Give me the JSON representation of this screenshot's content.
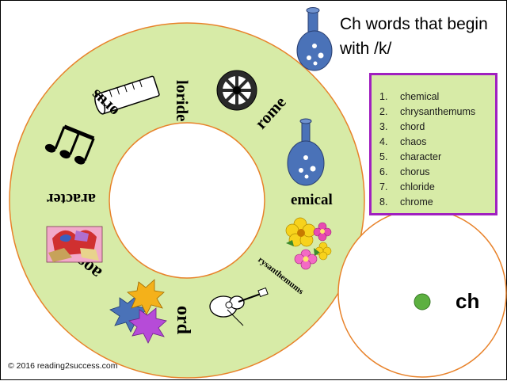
{
  "title": {
    "line1": "Ch words that begin",
    "line2": "with /k/"
  },
  "word_list": [
    {
      "num": "1.",
      "word": "chemical"
    },
    {
      "num": "2.",
      "word": "chrysanthemums"
    },
    {
      "num": "3.",
      "word": "chord"
    },
    {
      "num": "4.",
      "word": "chaos"
    },
    {
      "num": "5.",
      "word": "character"
    },
    {
      "num": "6.",
      "word": "chorus"
    },
    {
      "num": "7.",
      "word": "chloride"
    },
    {
      "num": "8.",
      "word": "chrome"
    }
  ],
  "wheel_segments": {
    "loride": "loride",
    "rome": "rome",
    "emical": "emical",
    "rysanthemums": "rysanthemums",
    "ord": "ord",
    "aos": "aos",
    "aracter": "aracter",
    "orus": "orus"
  },
  "spinner": {
    "label": "ch"
  },
  "footer": {
    "copyright": "© 2016 reading2success.com"
  },
  "colors": {
    "wheel_fill": "#d7eba7",
    "wheel_border": "#e8822a",
    "word_box_border": "#a020c0",
    "flask_blue": "#4a72b8",
    "spinner_dot": "#5cb040"
  },
  "icons": [
    "flask-icon",
    "test-tube-icon",
    "chrome-wheel-icon",
    "flowers-icon",
    "guitar-icon",
    "chaos-splash-icon",
    "character-picture-icon",
    "music-notes-icon"
  ]
}
